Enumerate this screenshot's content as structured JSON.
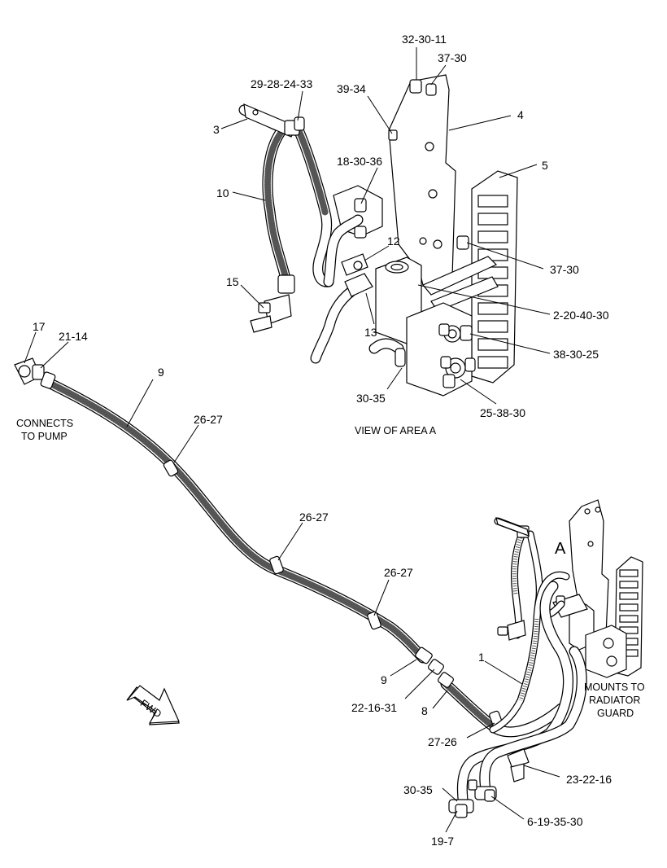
{
  "callouts": {
    "c_32_30_11": "32-30-11",
    "c_37_30_top": "37-30",
    "c_29_28_24_33": "29-28-24-33",
    "c_39_34": "39-34",
    "c_4": "4",
    "c_3": "3",
    "c_18_30_36": "18-30-36",
    "c_5": "5",
    "c_10": "10",
    "c_12": "12",
    "c_37_30_mid": "37-30",
    "c_15": "15",
    "c_2_20_40_30": "2-20-40-30",
    "c_13": "13",
    "c_38_30_25": "38-30-25",
    "c_30_35_top": "30-35",
    "c_25_38_30": "25-38-30",
    "c_17": "17",
    "c_21_14": "21-14",
    "c_9_top": "9",
    "c_26_27_a": "26-27",
    "c_26_27_b": "26-27",
    "c_26_27_c": "26-27",
    "c_9_bottom": "9",
    "c_22_16_31": "22-16-31",
    "c_1": "1",
    "c_8": "8",
    "c_27_26": "27-26",
    "c_23_22_16": "23-22-16",
    "c_30_35_bottom": "30-35",
    "c_6_19_35_30": "6-19-35-30",
    "c_19_7": "19-7"
  },
  "notes": {
    "view_of_area_a": "VIEW OF AREA  A",
    "connects_line1": "CONNECTS",
    "connects_line2": "TO PUMP",
    "mounts_line1": "MOUNTS TO",
    "mounts_line2": "RADIATOR",
    "mounts_line3": "GUARD",
    "area_letter": "A",
    "fwd": "FWD"
  },
  "icons": {
    "fwd_arrow": "fwd-arrow-icon"
  }
}
